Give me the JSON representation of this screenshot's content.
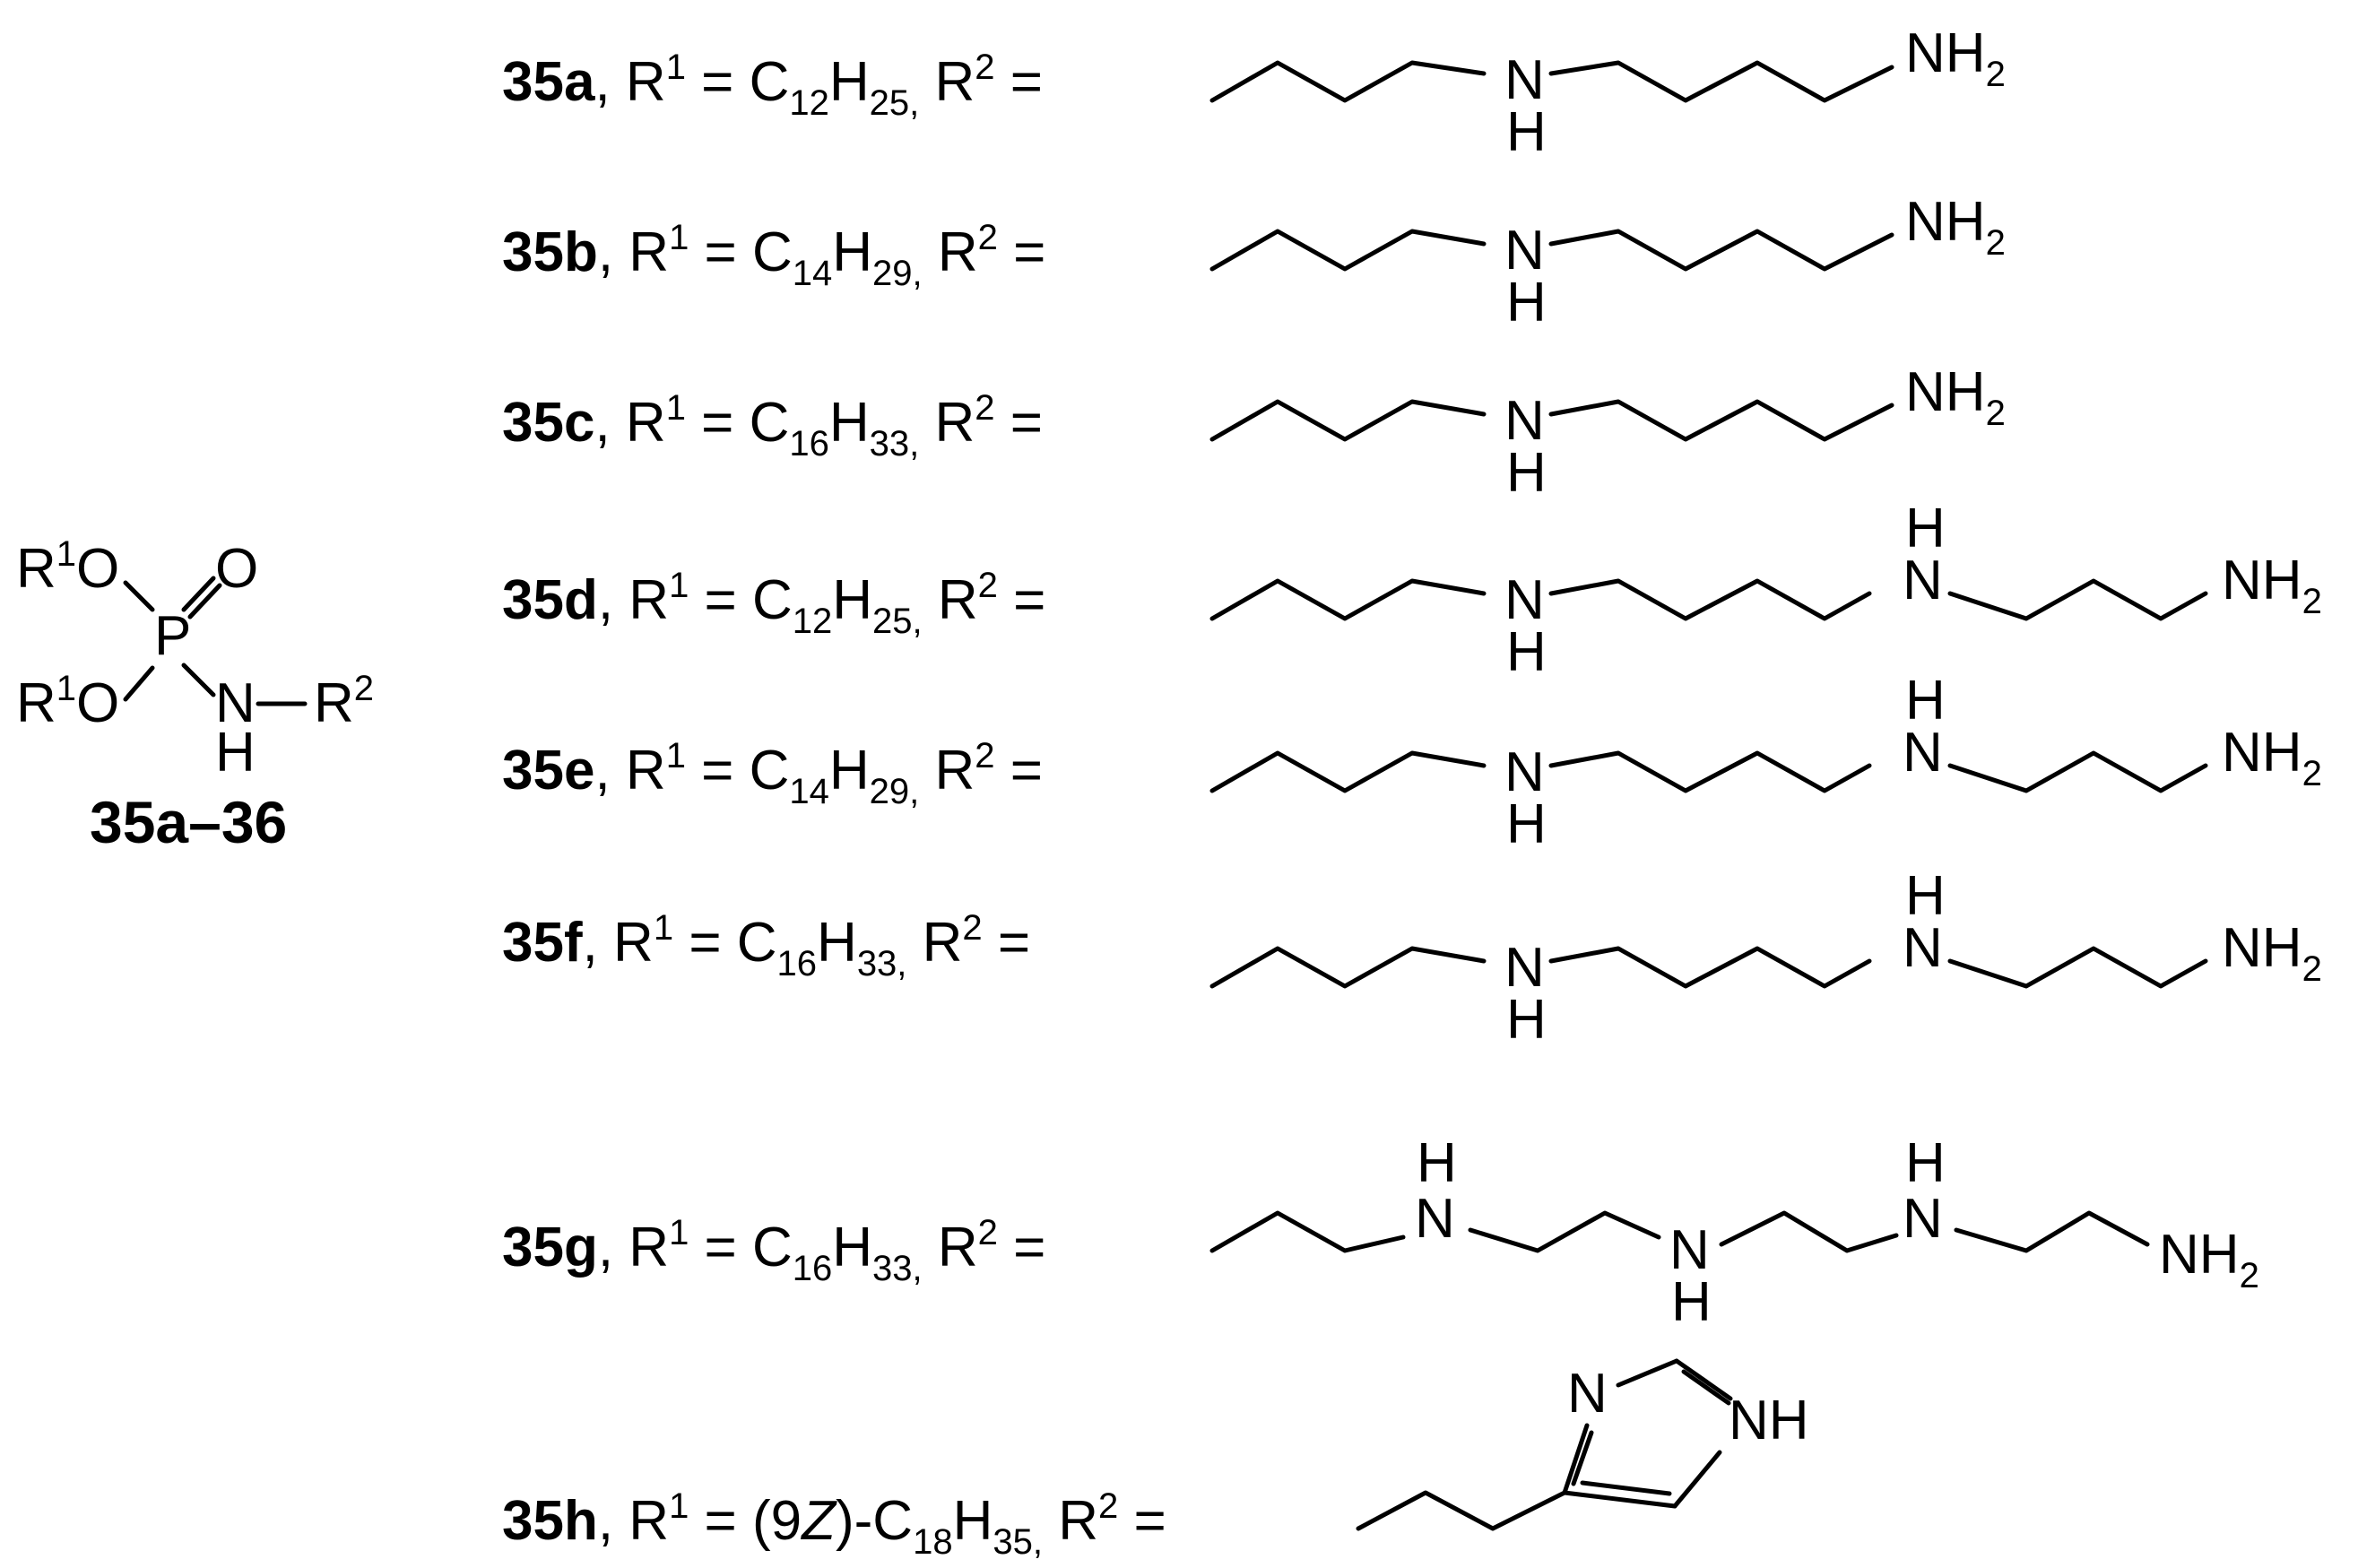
{
  "core": {
    "r1_o_top": "R1O",
    "r1_o_bottom": "R1O",
    "phosphorus": "P",
    "oxo": "O",
    "nitrogen": "N",
    "nitrogen_h": "H",
    "r2": "R2",
    "label": "35a–36"
  },
  "rows": [
    {
      "id": "35a",
      "r1_text": "C12H25",
      "r2_text": "R2 =",
      "chain": "propyl-NH-butyl-NH2"
    },
    {
      "id": "35b",
      "r1_text": "C14H29",
      "r2_text": "R2 =",
      "chain": "propyl-NH-butyl-NH2"
    },
    {
      "id": "35c",
      "r1_text": "C16H33",
      "r2_text": "R2 =",
      "chain": "propyl-NH-butyl-NH2"
    },
    {
      "id": "35d",
      "r1_text": "C12H25",
      "r2_text": "R2 =",
      "chain": "spermine-like"
    },
    {
      "id": "35e",
      "r1_text": "C14H29",
      "r2_text": "R2 =",
      "chain": "spermine-like"
    },
    {
      "id": "35f",
      "r1_text": "C16H33",
      "r2_text": "R2 =",
      "chain": "spermine-like"
    },
    {
      "id": "35g",
      "r1_text": "C16H33",
      "r2_text": "R2 =",
      "chain": "ethylene-polyamine"
    },
    {
      "id": "35h",
      "r1_text": "(9Z)-C18H35",
      "r2_text": "R2 =",
      "chain": "imidazolylethyl"
    }
  ],
  "atoms": {
    "nh": "N",
    "h": "H",
    "nh2_n": "NH",
    "nh2_sub": "2",
    "imidazole_n": "N",
    "imidazole_nh": "NH"
  }
}
